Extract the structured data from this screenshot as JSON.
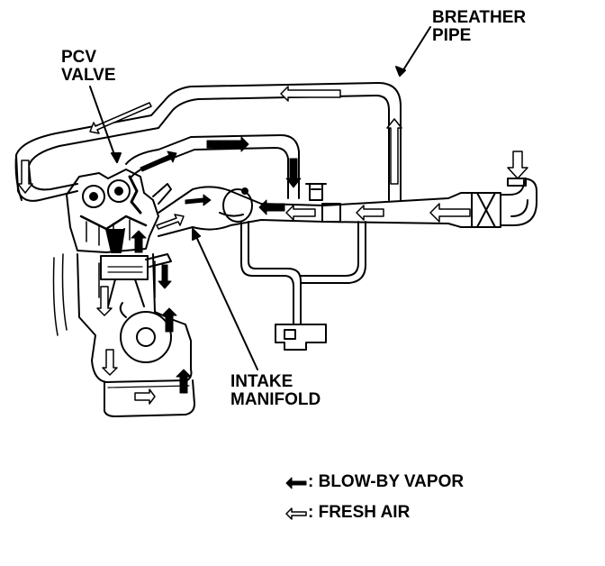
{
  "labels": {
    "breather_pipe_line1": "BREATHER",
    "breather_pipe_line2": "PIPE",
    "pcv_valve_line1": "PCV",
    "pcv_valve_line2": "VALVE",
    "intake_manifold_line1": "INTAKE",
    "intake_manifold_line2": "MANIFOLD"
  },
  "legend": {
    "blow_by": ": BLOW-BY VAPOR",
    "fresh_air": ": FRESH AIR"
  },
  "colors": {
    "ink": "#000000",
    "paper": "#ffffff"
  }
}
